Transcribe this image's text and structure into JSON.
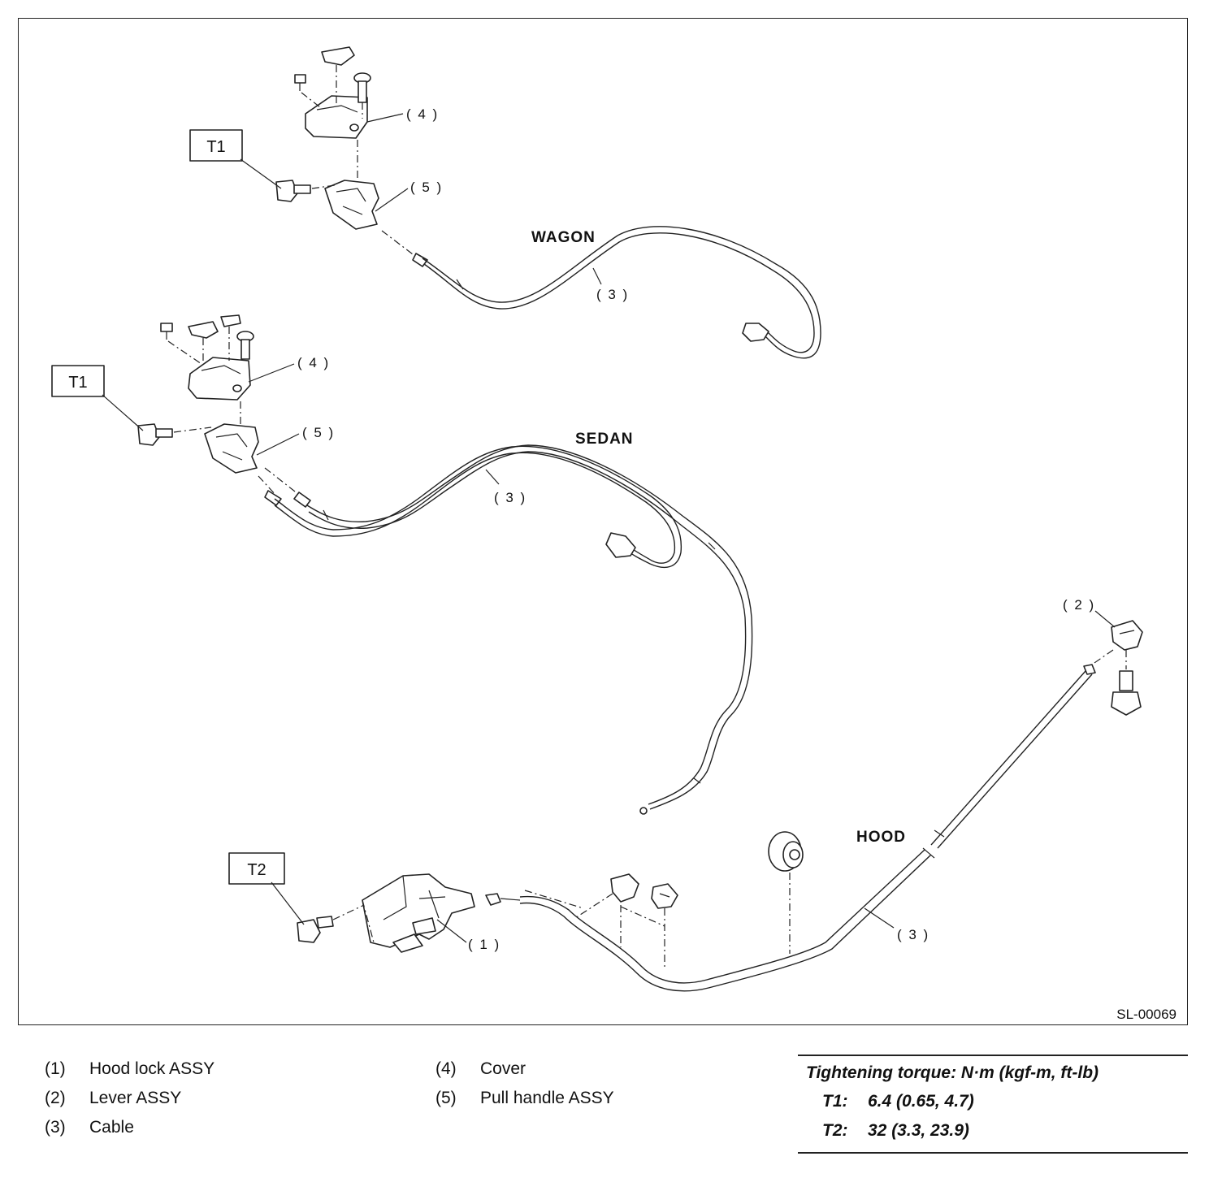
{
  "diagram": {
    "code": "SL-00069",
    "sections": {
      "wagon": "WAGON",
      "sedan": "SEDAN",
      "hood": "HOOD"
    },
    "torque_marks": {
      "t1": "T1",
      "t2": "T2"
    },
    "callouts": {
      "c1": "( 1 )",
      "c2": "( 2 )",
      "c3": "( 3 )",
      "c4": "( 4 )",
      "c5": "( 5 )"
    }
  },
  "legend": {
    "items": [
      {
        "num": "(1)",
        "label": "Hood lock ASSY"
      },
      {
        "num": "(2)",
        "label": "Lever ASSY"
      },
      {
        "num": "(3)",
        "label": "Cable"
      },
      {
        "num": "(4)",
        "label": "Cover"
      },
      {
        "num": "(5)",
        "label": "Pull handle ASSY"
      }
    ]
  },
  "torque": {
    "title": "Tightening torque: N·m (kgf-m, ft-lb)",
    "rows": [
      {
        "code": "T1:",
        "value": "6.4 (0.65, 4.7)"
      },
      {
        "code": "T2:",
        "value": "32 (3.3, 23.9)"
      }
    ]
  }
}
